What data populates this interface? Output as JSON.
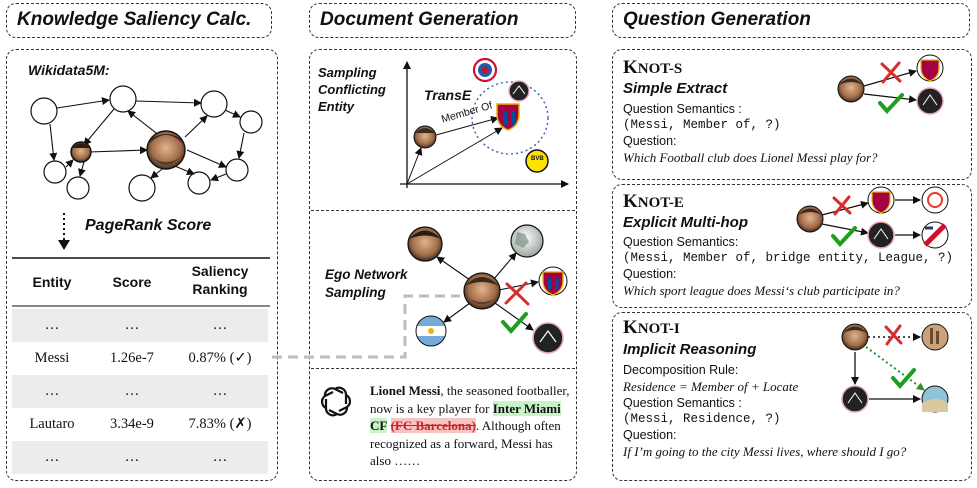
{
  "headers": {
    "saliency": "Knowledge Saliency Calc.",
    "docgen": "Document Generation",
    "qgen": "Question Generation"
  },
  "saliency": {
    "dataset_label": "Wikidata5M:",
    "method_label": "PageRank Score",
    "table": {
      "columns": [
        "Entity",
        "Score",
        "Saliency Ranking"
      ],
      "column3_line1": "Saliency",
      "column3_line2": "Ranking",
      "rows": [
        [
          "…",
          "…",
          "…"
        ],
        [
          "Messi",
          "1.26e-7",
          "0.87% (✓)"
        ],
        [
          "…",
          "…",
          "…"
        ],
        [
          "Lautaro",
          "3.34e-9",
          "7.83% (✗)"
        ],
        [
          "…",
          "…",
          "…"
        ]
      ]
    }
  },
  "docgen": {
    "sampling_label_1": "Sampling",
    "sampling_label_2": "Conflicting",
    "sampling_label_3": "Entity",
    "transe_label": "TransE",
    "relation_label": "Member Of",
    "ego_label_1": "Ego Network",
    "ego_label_2": "Sampling",
    "generated_text": {
      "subject": "Lionel Messi",
      "part1": ", the seasoned footballer, now is a key player for ",
      "highlight_new": "Inter Miami CF",
      "highlight_old": "(FC Barcelona)",
      "part2": ". Although often recognized as a forward, Messi has also ……"
    }
  },
  "qgen": {
    "knot_s": {
      "title_k": "K",
      "title_rest": "NOT-S",
      "subtitle": "Simple Extract",
      "semantics_label": "Question Semantics :",
      "semantics": "(Messi, Member of, ?)",
      "question_label": "Question:",
      "question": "Which Football club does Lionel Messi play for?"
    },
    "knot_e": {
      "title_k": "K",
      "title_rest": "NOT-E",
      "subtitle": "Explicit Multi-hop",
      "semantics_label": "Question Semantics:",
      "semantics": "(Messi, Member of, bridge entity, League, ?)",
      "question_label": "Question:",
      "question": "Which sport league does Messi‘s club participate in?"
    },
    "knot_i": {
      "title_k": "K",
      "title_rest": "NOT-I",
      "subtitle": "Implicit Reasoning",
      "rule_label": "Decomposition Rule:",
      "rule": "Residence = Member of + Locate",
      "semantics_label": "Question Semantics :",
      "semantics": "(Messi, Residence, ?)",
      "question_label": "Question:",
      "question": "If I’m going to the city Messi lives, where should I go?"
    }
  },
  "badges": {
    "bvb": "BVB",
    "bvb_year": "09",
    "fcb": "FCB",
    "mls": "MLS",
    "liga": "LL"
  },
  "colors": {
    "check": "#1e9e1e",
    "cross": "#d62d2d",
    "highlight_new": "#c9f2c9",
    "highlight_old": "#f8c3c3",
    "dotted_circle": "#3a5fb0"
  }
}
